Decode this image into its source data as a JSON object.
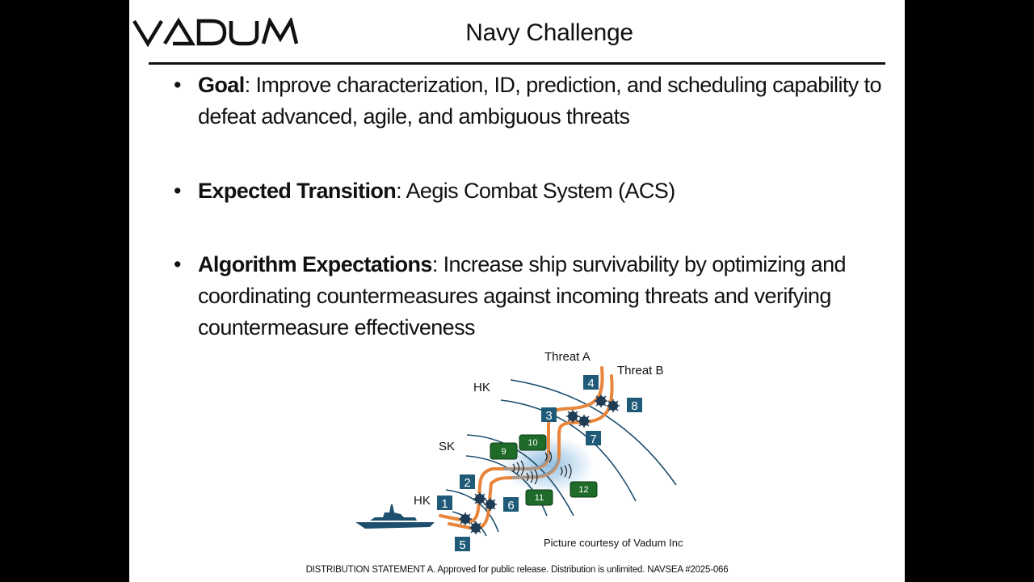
{
  "slide": {
    "logo_text": "VADUM",
    "title": "Navy Challenge",
    "bullets": [
      {
        "term": "Goal",
        "sep": ": ",
        "text": "Improve characterization, ID, prediction, and scheduling capability to defeat advanced, agile, and ambiguous threats"
      },
      {
        "term": "Expected Transition",
        "sep": ": ",
        "text": "Aegis Combat System (ACS)"
      },
      {
        "term": "Algorithm Expectations",
        "sep": ": ",
        "text": "Increase ship survivability by optimizing and coordinating countermeasures against incoming threats and verifying countermeasure effectiveness"
      }
    ],
    "bullet_glyph": "•",
    "diagram": {
      "labels": {
        "threat_a": "Threat A",
        "threat_b": "Threat B",
        "hk_outer": "HK",
        "sk": "SK",
        "hk_inner": "HK"
      },
      "blue_boxes": [
        "1",
        "2",
        "3",
        "4",
        "5",
        "6",
        "7",
        "8"
      ],
      "green_boxes": [
        "9",
        "10",
        "11",
        "12"
      ],
      "colors": {
        "blue_box": "#1f5b78",
        "green_box": "#1e6b2a",
        "threat_path": "#e8853a",
        "range_arc": "#1e4f6e",
        "ship": "#1e4f6e"
      }
    },
    "credit": "Picture courtesy of Vadum Inc",
    "footer": "DISTRIBUTION STATEMENT A. Approved for public release. Distribution is unlimited. NAVSEA #2025-066"
  }
}
